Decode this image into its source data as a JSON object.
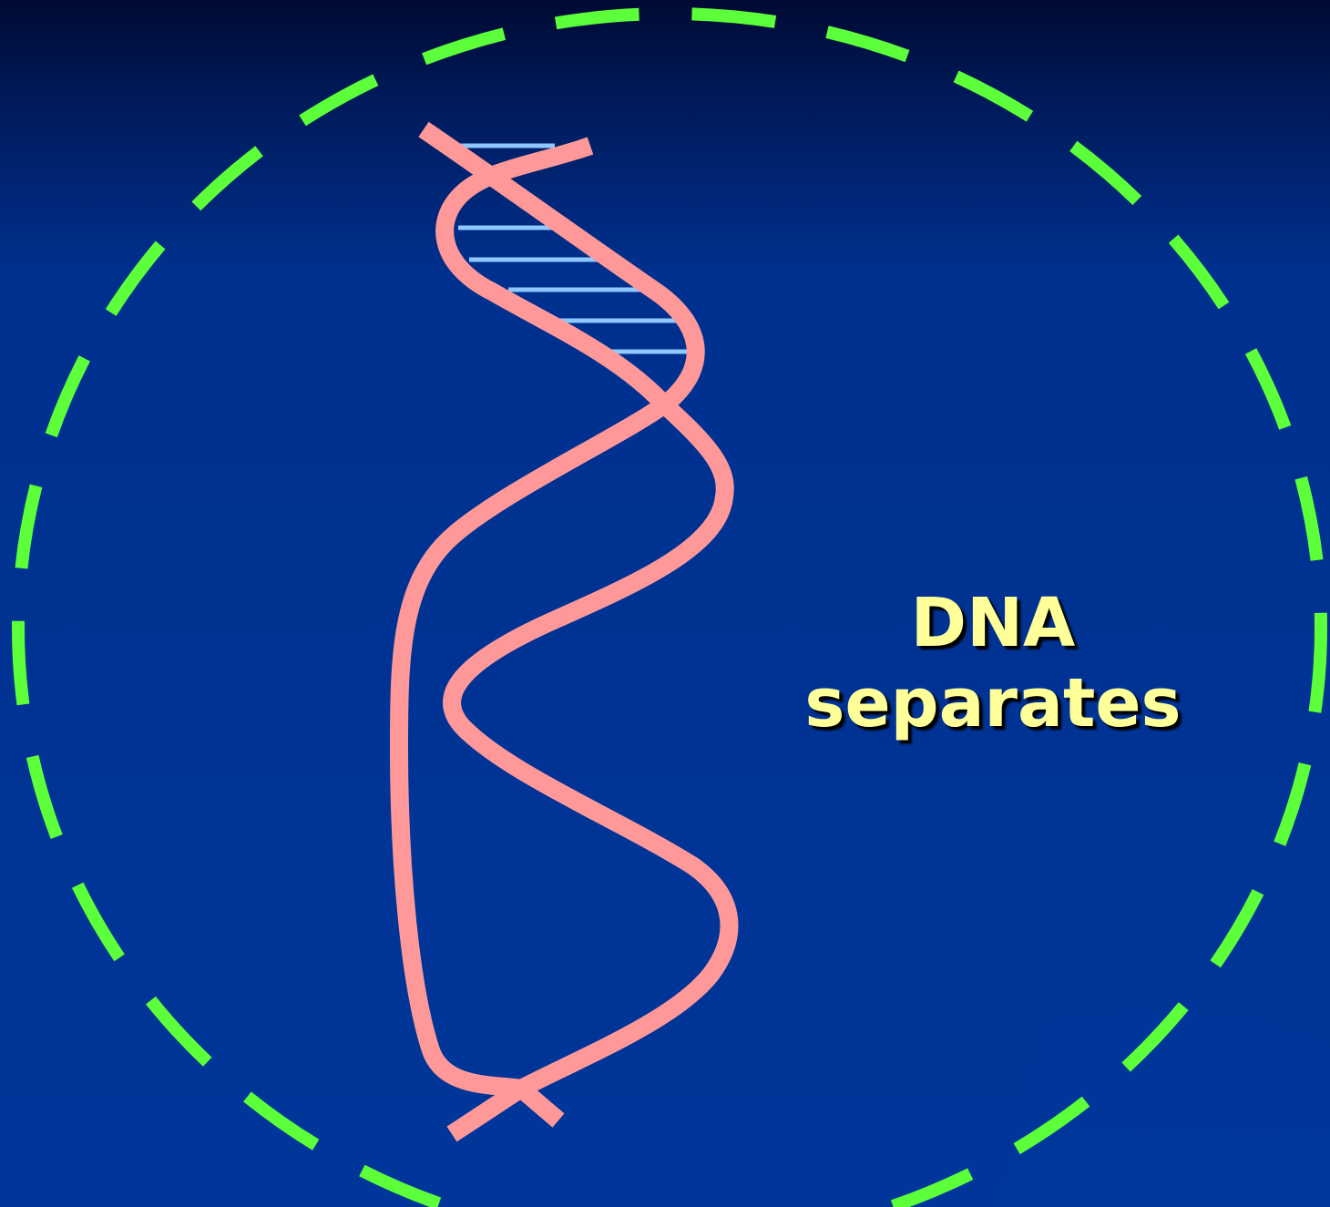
{
  "caption": {
    "line1": "DNA",
    "line2": "separates"
  },
  "colors": {
    "background_top": "#000a33",
    "background_bottom": "#00369a",
    "cell_outline": "#5cff3a",
    "dna_strand": "#ff9999",
    "base_pair_rungs": "#8fc8ff",
    "caption_text": "#ffff99"
  },
  "diagram": {
    "cell_boundary_style": "dashed circle",
    "strands": 2,
    "base_pair_rungs": 6
  }
}
